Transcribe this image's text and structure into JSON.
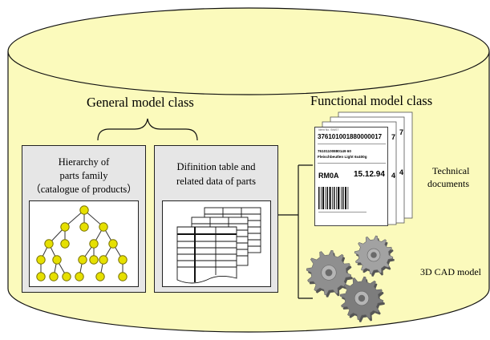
{
  "general_class_label": "General model class",
  "functional_class_label": "Functional model class",
  "hierarchy_box": {
    "line1": "Hierarchy of",
    "line2": "parts family",
    "line3": "（catalogue of products）"
  },
  "definition_box": {
    "line1": "Difinition table  and",
    "line2": "related data of parts"
  },
  "technical_docs": {
    "line1": "Technical",
    "line2": "documents",
    "doc_barcode_number": "376101001880000017",
    "doc_small1": "Ident No. SNIST",
    "doc_mid": "76101100880149    60",
    "doc_product": "Fleischbeutlen Light 6x400g",
    "doc_code": "RM0A",
    "doc_date": "15.12.94",
    "doc_side_digits": [
      "7",
      "7",
      "4",
      "4"
    ]
  },
  "cad_label": "3D CAD model",
  "colors": {
    "cylinder_fill": "#fbfabc",
    "cylinder_stroke": "#111111",
    "node_fill": "#e6e000",
    "node_stroke": "#7a7300",
    "box_fill": "#e6e6e6",
    "gear_fill": "#8c8c8c"
  }
}
